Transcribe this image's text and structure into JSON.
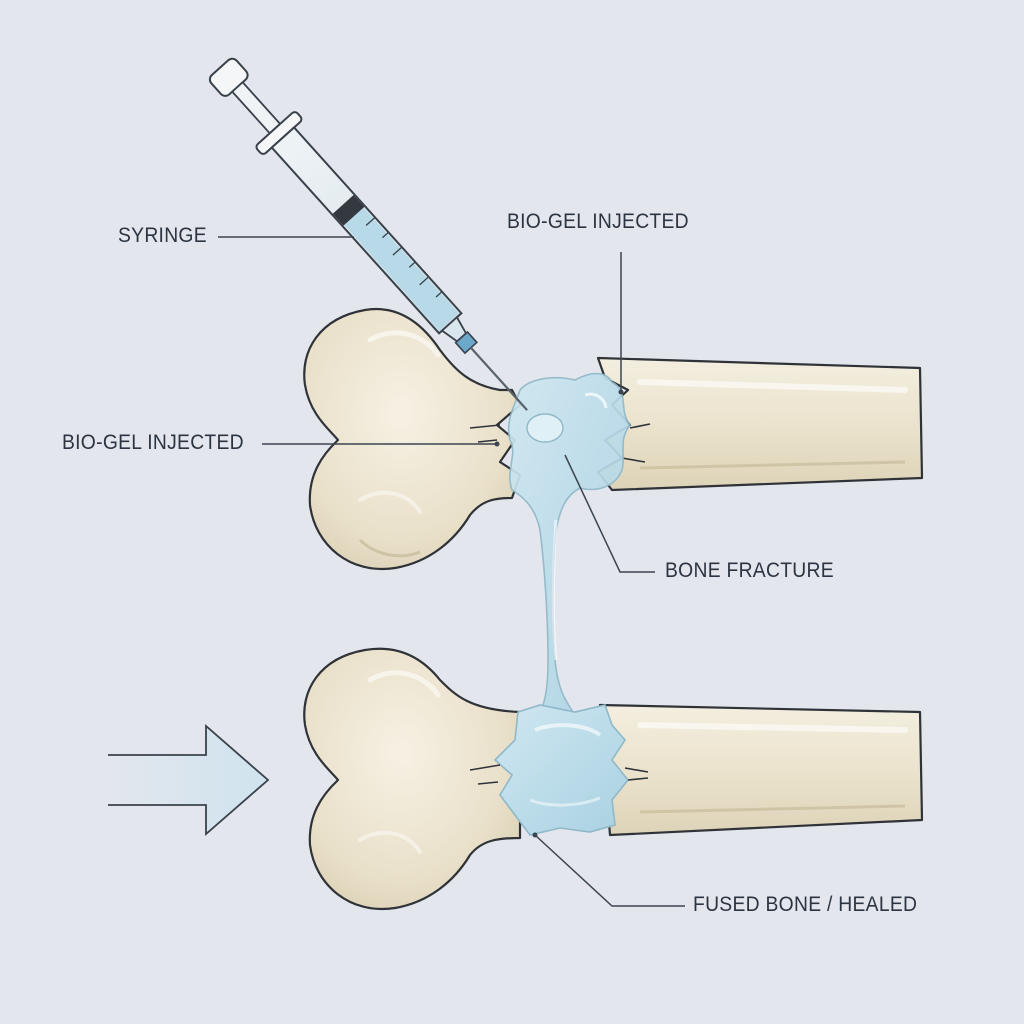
{
  "labels": {
    "syringe": "SYRINGE",
    "biogel_top": "BIO-GEL INJECTED",
    "biogel_left": "BIO-GEL INJECTED",
    "fracture": "BONE FRACTURE",
    "fused": "FUSED BONE / HEALED"
  },
  "colors": {
    "background": "#e3e7ed",
    "bone": "#ece5d2",
    "bone_outline": "#2f3338",
    "gel": "#b9dbe9",
    "gel_outline": "#8fb8c8",
    "leader_line": "#3c4450",
    "arrow": "#d6e6ef"
  },
  "icons": {
    "syringe": "syringe-icon",
    "arrow": "arrow-right-icon"
  }
}
